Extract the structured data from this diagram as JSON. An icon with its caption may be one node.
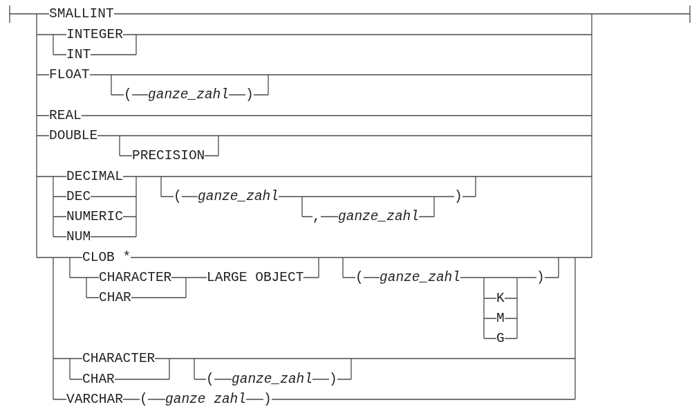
{
  "diagram": {
    "labels": [
      "SMALLINT",
      "INTEGER",
      "INT",
      "FLOAT",
      "(",
      "ganze_zahl",
      ")",
      "REAL",
      "DOUBLE",
      "PRECISION",
      "DECIMAL",
      "DEC",
      "NUMERIC",
      "NUM",
      "(",
      "ganze_zahl",
      ",",
      "ganze_zahl",
      ")",
      "CLOB *",
      "CHARACTER",
      "CHAR",
      "LARGE OBJECT",
      "(",
      "ganze_zahl",
      "K",
      "M",
      "G",
      ")",
      "CHARACTER",
      "CHAR",
      "(",
      "ganze_zahl",
      ")",
      "VARCHAR",
      "(",
      "ganze zahl",
      ")"
    ]
  }
}
